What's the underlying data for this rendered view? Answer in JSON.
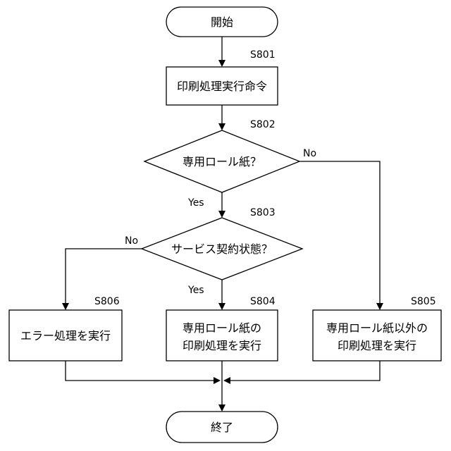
{
  "nodes": {
    "start": {
      "text": "開始"
    },
    "s801": {
      "step": "S801",
      "text": "印刷処理実行命令"
    },
    "s802": {
      "step": "S802",
      "text": "専用ロール紙？"
    },
    "s803": {
      "step": "S803",
      "text": "サービス契約状態？"
    },
    "s804": {
      "step": "S804",
      "line1": "専用ロール紙の",
      "line2": "印刷処理を実行"
    },
    "s805": {
      "step": "S805",
      "line1": "専用ロール紙以外の",
      "line2": "印刷処理を実行"
    },
    "s806": {
      "step": "S806",
      "text": "エラー処理を実行"
    },
    "end": {
      "text": "終了"
    }
  },
  "branches": {
    "s802_yes": "Yes",
    "s802_no": "No",
    "s803_yes": "Yes",
    "s803_no": "No"
  }
}
